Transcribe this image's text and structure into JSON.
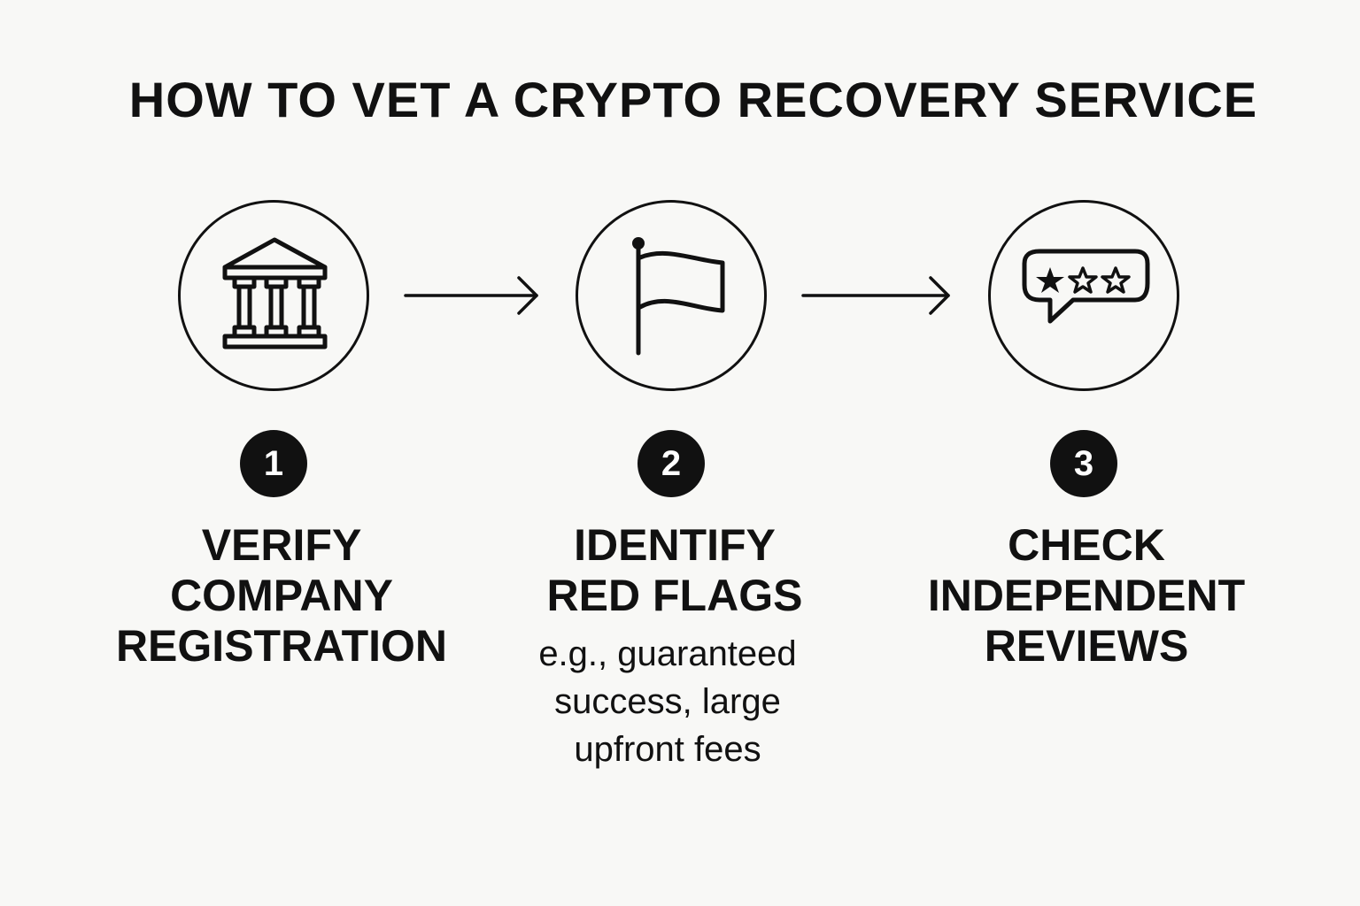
{
  "title": "HOW TO VET A CRYPTO RECOVERY SERVICE",
  "colors": {
    "background": "#f8f8f6",
    "ink": "#111111",
    "badge_text": "#ffffff"
  },
  "steps": [
    {
      "number": "1",
      "icon": "bank-building-icon",
      "title_lines": [
        "VERIFY",
        "COMPANY",
        "REGISTRATION"
      ],
      "description_lines": []
    },
    {
      "number": "2",
      "icon": "flag-icon",
      "title_lines": [
        "IDENTIFY",
        "RED FLAGS"
      ],
      "description_lines": [
        "e.g., guaranteed",
        "success, large",
        "upfront fees"
      ]
    },
    {
      "number": "3",
      "icon": "review-stars-speech-bubble-icon",
      "title_lines": [
        "CHECK",
        "INDEPENDENT",
        "REVIEWS"
      ],
      "description_lines": [],
      "rating_shown": {
        "filled": 1,
        "total": 3
      }
    }
  ],
  "connectors": [
    "arrow-right-icon",
    "arrow-right-icon"
  ]
}
